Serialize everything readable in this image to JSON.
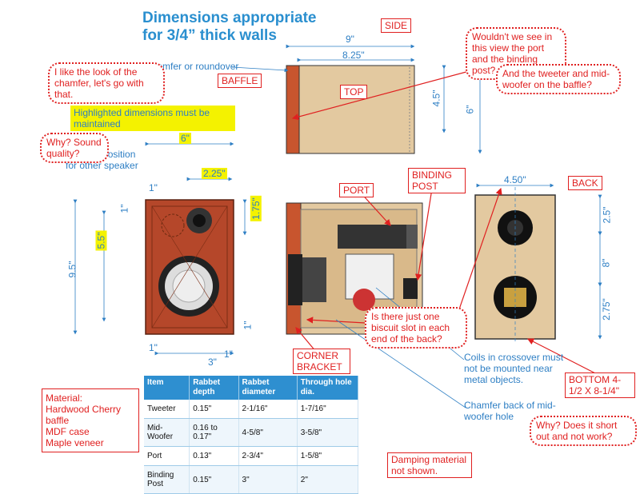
{
  "title": {
    "line1": "Dimensions appropriate",
    "line2": "for 3/4” thick walls"
  },
  "labels": {
    "chamfer": "Chamfer or roundover",
    "highlight": "Highlighted dimensions must be maintained",
    "tweeter_pos": "Tweeter position for other speaker",
    "coils": "Coils in crossover must not be mounted near metal objects.",
    "chamfer_back": "Chamfer back of mid-woofer hole",
    "damping": "Damping material not shown."
  },
  "tags": {
    "side": "SIDE",
    "baffle": "BAFFLE",
    "top": "TOP",
    "port": "PORT",
    "binding_post": "BINDING POST",
    "back": "BACK",
    "corner_bracket": "CORNER BRACKET",
    "bottom": "BOTTOM 4-1/2 X 8-1/4\""
  },
  "comments": {
    "c1": "I like the look of the chamfer, let's go with that.",
    "c2": "Wouldn't we see in this view the port and the binding post?",
    "c3": "And the tweeter and mid-woofer on the baffle?",
    "c4": "Why? Sound quality?",
    "c5": "Is there just one biscuit slot in each end of the back?",
    "c6": "Why? Does it short out and not work?"
  },
  "material": {
    "l1": "Material:",
    "l2": "Hardwood Cherry baffle",
    "l3": "MDF case",
    "l4": "Maple veneer"
  },
  "dims": {
    "w9": "9\"",
    "w825": "8.25\"",
    "h45": "4.5\"",
    "h6": "6\"",
    "f6": "6\"",
    "f225": "2.25\"",
    "f1a": "1\"",
    "f1b": "1\"",
    "f175": "1.75\"",
    "f55": "5.5\"",
    "f95": "9.5\"",
    "f1c": "1\"",
    "f1d": "1\"",
    "f1e": "1\"",
    "f3": "3\"",
    "b450": "4.50\"",
    "b25": "2.5\"",
    "b8": "8\"",
    "b275": "2.75\""
  },
  "table": {
    "headers": [
      "Item",
      "Rabbet depth",
      "Rabbet diameter",
      "Through hole dia."
    ],
    "rows": [
      [
        "Tweeter",
        "0.15\"",
        "2-1/16\"",
        "1-7/16\""
      ],
      [
        "Mid-Woofer",
        "0.16 to 0.17\"",
        "4-5/8\"",
        "3-5/8\""
      ],
      [
        "Port",
        "0.13\"",
        "2-3/4\"",
        "1-5/8\""
      ],
      [
        "Binding Post",
        "0.15\"",
        "3\"",
        "2\""
      ]
    ]
  },
  "colors": {
    "accent": "#2e7fc4",
    "annotation": "#e02020",
    "highlight": "#f4f200",
    "wood": "#d9b98a",
    "cherry": "#b5472a"
  }
}
